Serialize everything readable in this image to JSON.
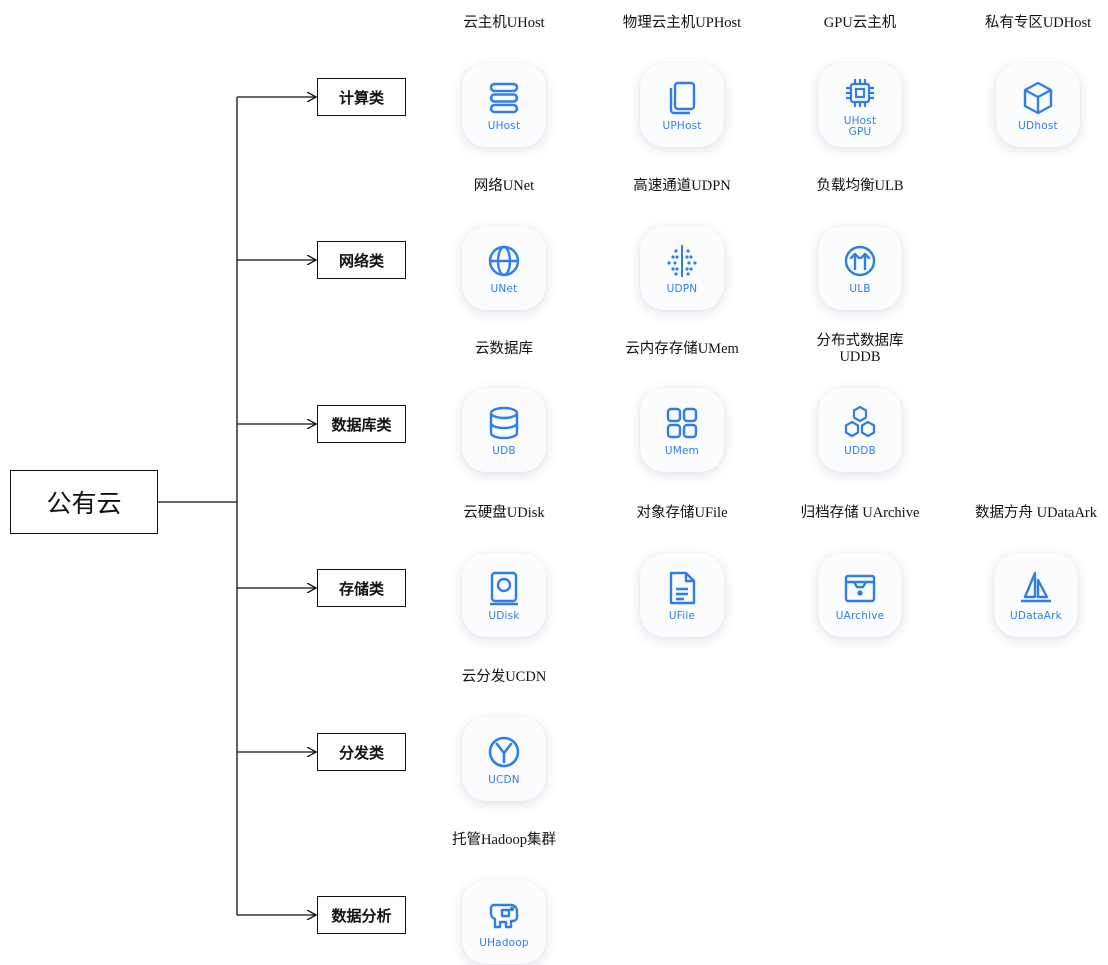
{
  "root": {
    "label": "公有云"
  },
  "categories": [
    {
      "label": "计算类"
    },
    {
      "label": "网络类"
    },
    {
      "label": "数据库类"
    },
    {
      "label": "存储类"
    },
    {
      "label": "分发类"
    },
    {
      "label": "数据分析"
    }
  ],
  "products": {
    "compute": [
      {
        "name": "云主机UHost",
        "caption": "UHost",
        "icon": "server-stack-icon"
      },
      {
        "name": "物理云主机UPHost",
        "caption": "UPHost",
        "icon": "physical-server-icon"
      },
      {
        "name": "GPU云主机",
        "caption": "UHost\nGPU",
        "icon": "gpu-chip-icon"
      },
      {
        "name": "私有专区UDHost",
        "caption": "UDhost",
        "icon": "cube-icon"
      }
    ],
    "network": [
      {
        "name": "网络UNet",
        "caption": "UNet",
        "icon": "globe-icon"
      },
      {
        "name": "高速通道UDPN",
        "caption": "UDPN",
        "icon": "dotted-channel-icon"
      },
      {
        "name": "负载均衡ULB",
        "caption": "ULB",
        "icon": "upload-arrows-icon"
      }
    ],
    "database": [
      {
        "name": "云数据库",
        "caption": "UDB",
        "icon": "database-icon"
      },
      {
        "name": "云内存存储UMem",
        "caption": "UMem",
        "icon": "grid-icon"
      },
      {
        "name": "分布式数据库\nUDDB",
        "caption": "UDDB",
        "icon": "hexagons-icon"
      }
    ],
    "storage": [
      {
        "name": "云硬盘UDisk",
        "caption": "UDisk",
        "icon": "disk-icon"
      },
      {
        "name": "对象存储UFile",
        "caption": "UFile",
        "icon": "file-icon"
      },
      {
        "name": "归档存储 UArchive",
        "caption": "UArchive",
        "icon": "archive-box-icon"
      },
      {
        "name": "数据方舟 UDataArk",
        "caption": "UDataArk",
        "icon": "sailboat-icon"
      }
    ],
    "distribution": [
      {
        "name": "云分发UCDN",
        "caption": "UCDN",
        "icon": "branch-icon"
      }
    ],
    "analytics": [
      {
        "name": "托管Hadoop集群",
        "caption": "UHadoop",
        "icon": "elephant-icon"
      }
    ]
  },
  "colors": {
    "icon": "#2f7ee8",
    "line": "#111111"
  }
}
